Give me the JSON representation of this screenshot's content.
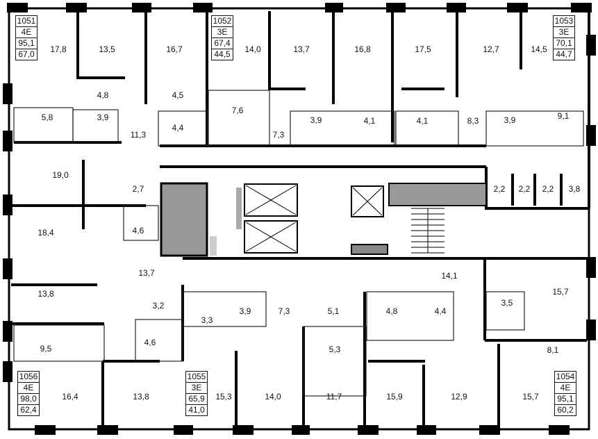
{
  "apartments": [
    {
      "id": "1051",
      "rooms": "4E",
      "total_area": "95,1",
      "living_area": "67,0"
    },
    {
      "id": "1052",
      "rooms": "3E",
      "total_area": "67,4",
      "living_area": "44,5"
    },
    {
      "id": "1053",
      "rooms": "3E",
      "total_area": "70,1",
      "living_area": "44,7"
    },
    {
      "id": "1056",
      "rooms": "4E",
      "total_area": "98,0",
      "living_area": "62,4"
    },
    {
      "id": "1055",
      "rooms": "3E",
      "total_area": "65,9",
      "living_area": "41,0"
    },
    {
      "id": "1054",
      "rooms": "4E",
      "total_area": "95,1",
      "living_area": "60,2"
    }
  ],
  "room_areas": [
    "17,8",
    "13,5",
    "16,7",
    "14,0",
    "13,7",
    "16,8",
    "17,5",
    "12,7",
    "14,5",
    "4,8",
    "4,5",
    "5,8",
    "3,9",
    "11,3",
    "4,4",
    "7,6",
    "7,3",
    "3,9",
    "4,1",
    "4,1",
    "8,3",
    "3,9",
    "9,1",
    "19,0",
    "2,7",
    "2,2",
    "2,2",
    "2,2",
    "3,8",
    "18,4",
    "4,6",
    "13,7",
    "14,1",
    "13,8",
    "15,7",
    "3,2",
    "3,3",
    "3,9",
    "7,3",
    "5,1",
    "4,8",
    "4,4",
    "3,5",
    "4,6",
    "9,5",
    "5,3",
    "8,1",
    "16,4",
    "13,8",
    "15,3",
    "14,0",
    "11,7",
    "15,9",
    "12,9",
    "15,7"
  ],
  "colors": {
    "wall": "#000000",
    "core": "#999999",
    "fixture": "#555555"
  }
}
